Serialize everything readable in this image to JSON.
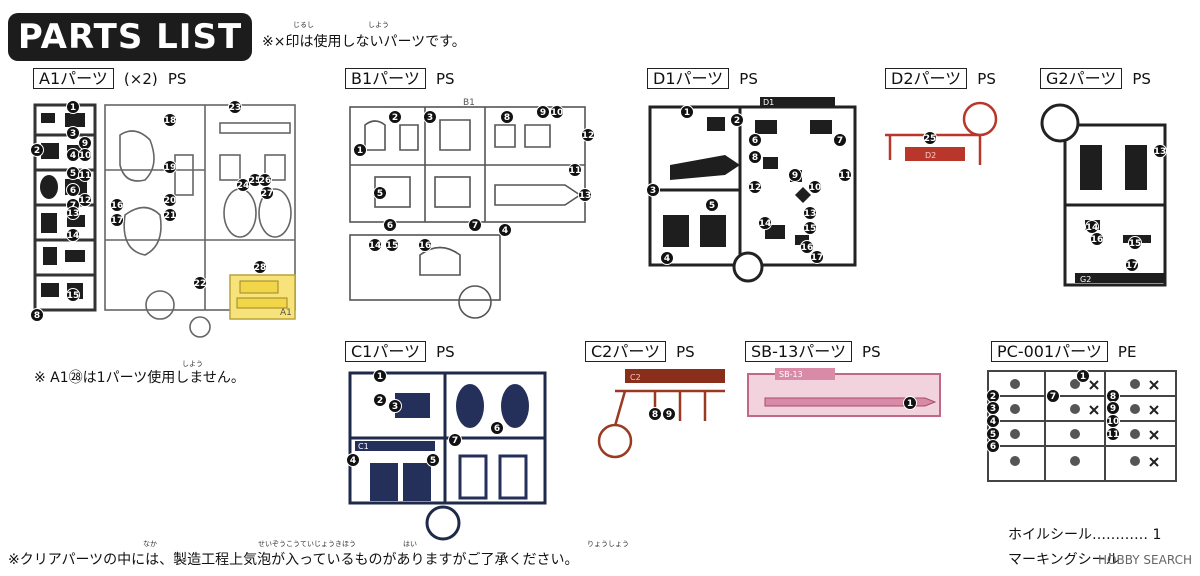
{
  "header": {
    "title": "PARTS LIST",
    "note": "※×印は使用しないパーツです。",
    "note_ruby": [
      "じるし",
      "しよう"
    ]
  },
  "runners": {
    "a1": {
      "name": "A1パーツ",
      "count": "(×2)",
      "material": "PS",
      "runner_label": "A1",
      "numbers": [
        "1",
        "2",
        "3",
        "4",
        "5",
        "6",
        "7",
        "8",
        "9",
        "10",
        "11",
        "12",
        "13",
        "14",
        "15",
        "16",
        "17",
        "18",
        "19",
        "20",
        "21",
        "22",
        "23",
        "24",
        "25",
        "26",
        "27",
        "28"
      ]
    },
    "b1": {
      "name": "B1パーツ",
      "material": "PS",
      "runner_label": "B1",
      "numbers": [
        "1",
        "2",
        "3",
        "4",
        "5",
        "6",
        "7",
        "8",
        "9",
        "10",
        "11",
        "12",
        "13",
        "14",
        "15",
        "16"
      ]
    },
    "c1": {
      "name": "C1パーツ",
      "material": "PS",
      "runner_label": "C1",
      "numbers": [
        "1",
        "2",
        "3",
        "4",
        "5",
        "6",
        "7"
      ]
    },
    "c2": {
      "name": "C2パーツ",
      "material": "PS",
      "runner_label": "C2",
      "numbers": [
        "8",
        "9"
      ]
    },
    "d1": {
      "name": "D1パーツ",
      "material": "PS",
      "runner_label": "D1",
      "numbers": [
        "1",
        "2",
        "3",
        "4",
        "5",
        "6",
        "7",
        "8",
        "9",
        "10",
        "11",
        "12",
        "13",
        "14",
        "15",
        "16",
        "17"
      ]
    },
    "d2": {
      "name": "D2パーツ",
      "material": "PS",
      "runner_label": "D2",
      "numbers": [
        "25"
      ]
    },
    "g2": {
      "name": "G2パーツ",
      "material": "PS",
      "runner_label": "G2",
      "numbers": [
        "13",
        "14",
        "15",
        "16",
        "17"
      ]
    },
    "sb13": {
      "name": "SB-13パーツ",
      "material": "PS",
      "runner_label": "SB-13",
      "numbers": [
        "1"
      ]
    },
    "pc001": {
      "name": "PC-001パーツ",
      "material": "PE",
      "numbers": [
        "1",
        "2",
        "3",
        "4",
        "5",
        "6",
        "7",
        "8",
        "9",
        "10",
        "11"
      ]
    }
  },
  "a1_note": "※ A1㉘は1パーツ使用しません。",
  "a1_note_ruby": "しよう",
  "footer": {
    "clear_note": "※クリアパーツの中には、製造工程上気泡が入っているものがありますがご了承ください。",
    "ruby": [
      "なか",
      "せいぞうこうていじょうきほう",
      "はい",
      "りょうしょう"
    ],
    "extras": [
      {
        "label": "ホイルシール………… 1"
      },
      {
        "label": "マーキングシール"
      }
    ]
  },
  "watermark": "HOBBY SEARCH",
  "colors": {
    "black_runner": "#1e1e1e",
    "white_runner_outline": "#555555",
    "yellow_parts": "#f2d64a",
    "navy_runner": "#1f2a4a",
    "red_runner": "#b8362a",
    "pink_runner": "#d98aa6",
    "title_bg": "#1c1c1c"
  }
}
